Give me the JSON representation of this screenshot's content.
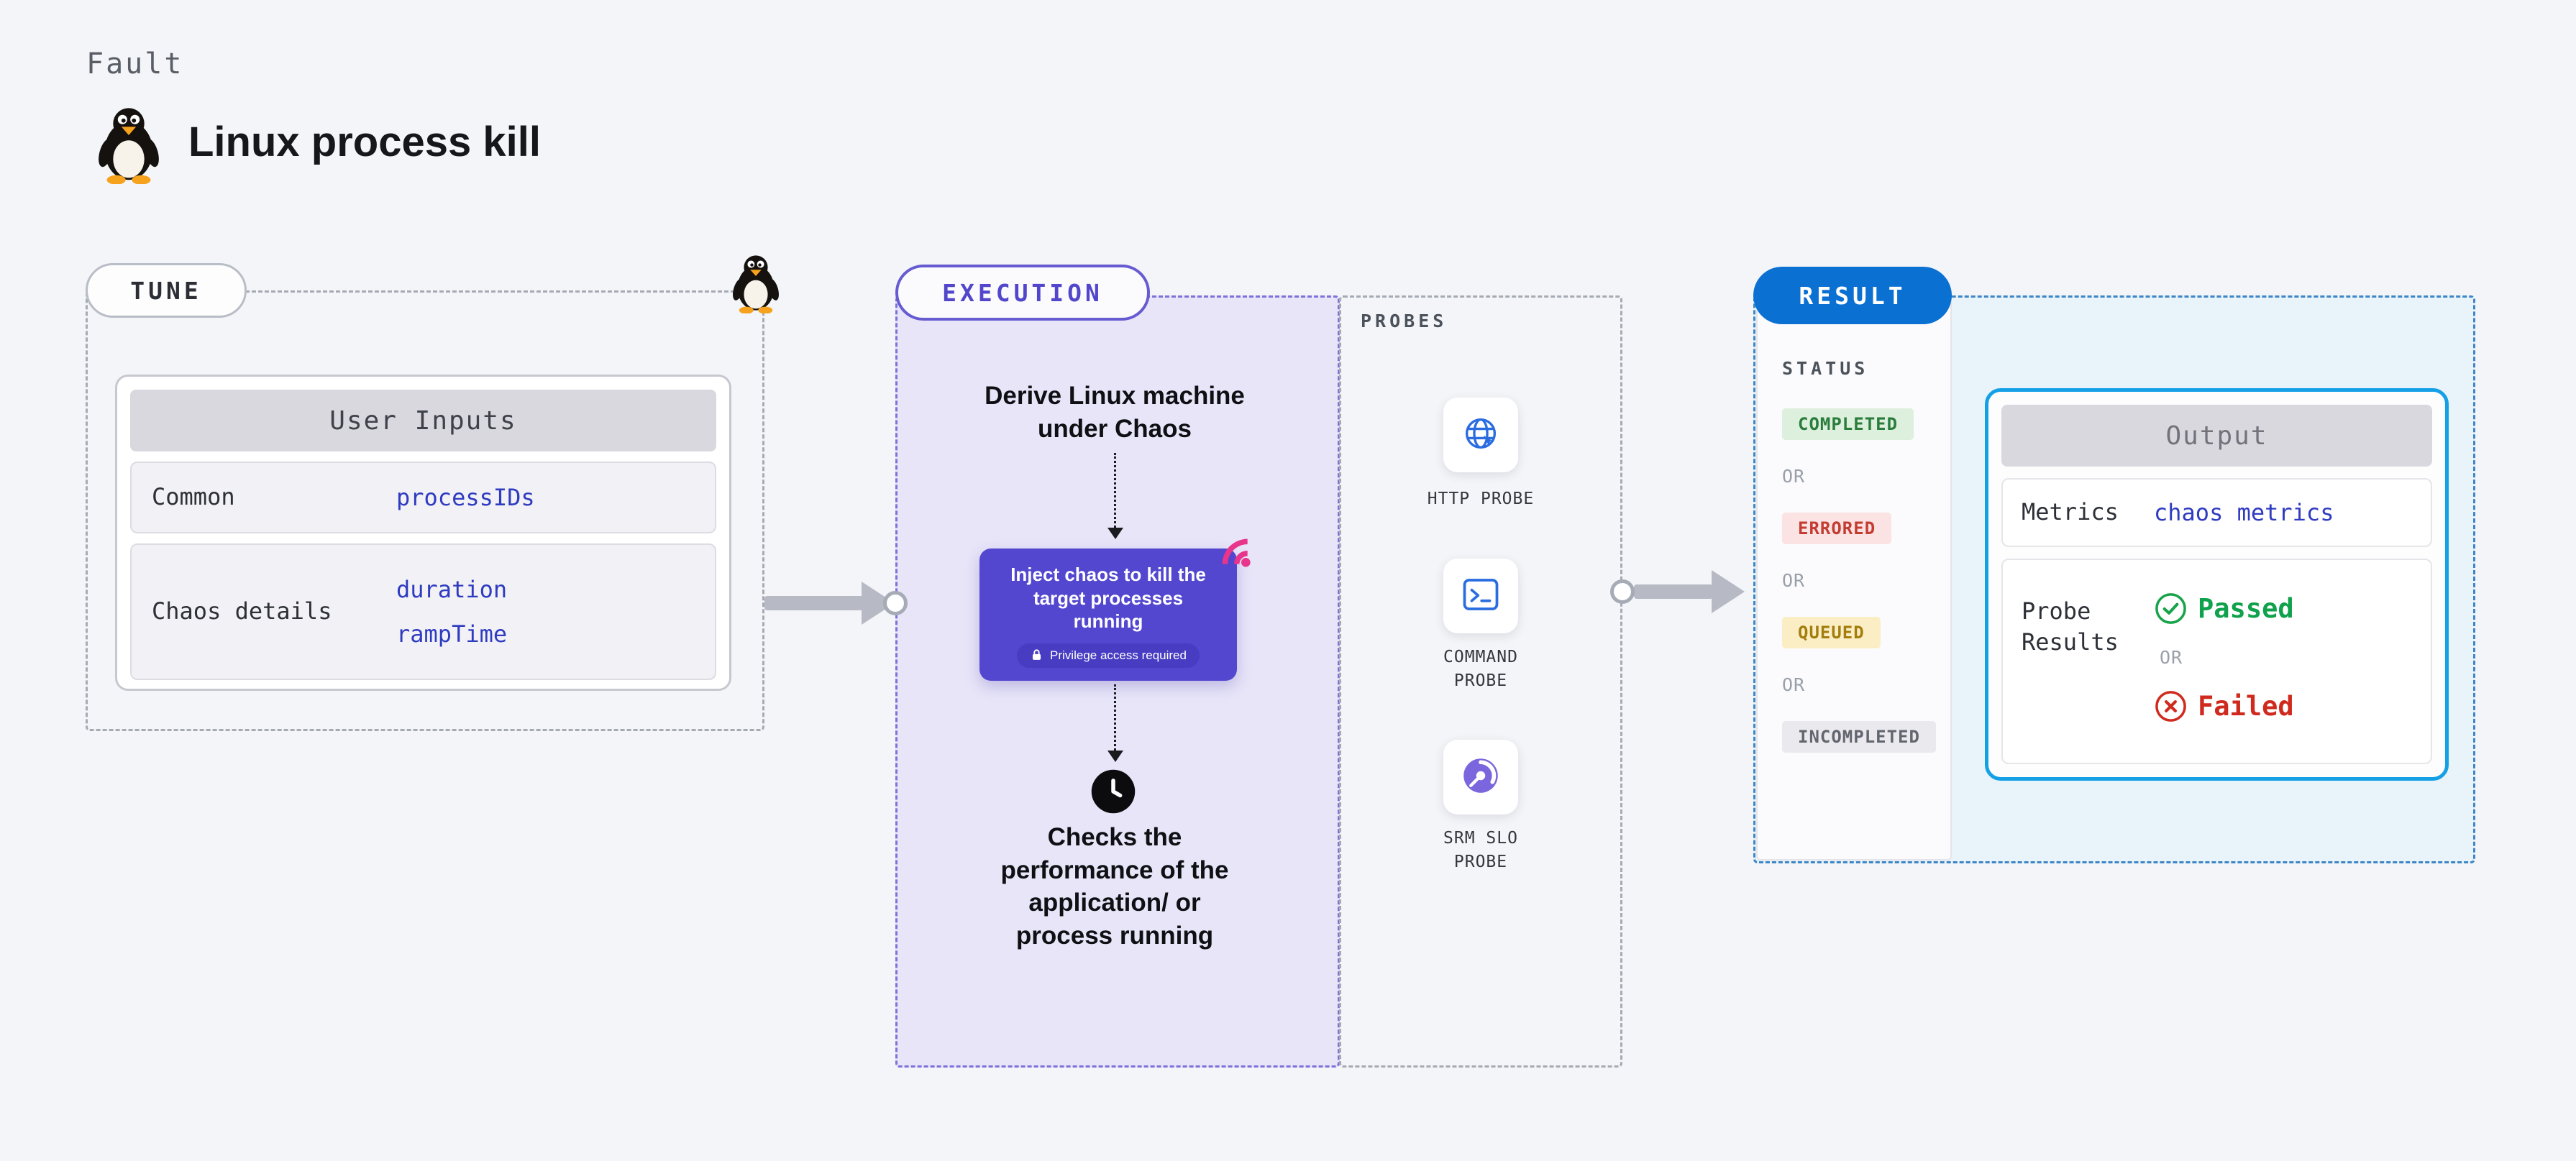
{
  "header": {
    "kicker": "Fault",
    "title": "Linux process kill"
  },
  "tune": {
    "pill": "TUNE",
    "user_inputs": {
      "header": "User Inputs",
      "rows": [
        {
          "label": "Common",
          "values": [
            "processIDs"
          ]
        },
        {
          "label": "Chaos details",
          "values": [
            "duration",
            "rampTime"
          ]
        }
      ]
    }
  },
  "execution": {
    "pill": "EXECUTION",
    "derive_text": "Derive Linux machine under Chaos",
    "inject_text": "Inject chaos to kill the target processes running",
    "privilege_badge": "Privilege access required",
    "checks_text": "Checks the performance of the application/ or process running"
  },
  "probes": {
    "label": "PROBES",
    "items": [
      {
        "name": "HTTP PROBE",
        "icon": "globe-icon"
      },
      {
        "name": "COMMAND PROBE",
        "icon": "terminal-icon"
      },
      {
        "name": "SRM SLO PROBE",
        "icon": "gauge-icon"
      }
    ]
  },
  "result": {
    "pill": "RESULT",
    "status": {
      "label": "STATUS",
      "or": "OR",
      "badges": [
        {
          "text": "COMPLETED",
          "type": "success",
          "bg": "#ddefdd",
          "fg": "#2b7d3c"
        },
        {
          "text": "ERRORED",
          "type": "error",
          "bg": "#fae3e2",
          "fg": "#c43c31"
        },
        {
          "text": "QUEUED",
          "type": "warning",
          "bg": "#fbeec5",
          "fg": "#a37e0c"
        },
        {
          "text": "INCOMPLETED",
          "type": "neutral",
          "bg": "#e9e9ee",
          "fg": "#63666f"
        }
      ]
    },
    "output": {
      "header": "Output",
      "metrics_label": "Metrics",
      "metrics_value": "chaos metrics",
      "probe_label": "Probe Results",
      "passed": "Passed",
      "or": "OR",
      "failed": "Failed"
    }
  },
  "colors": {
    "page_bg": "#f4f5f8",
    "accent_blue": "#0a70d2",
    "accent_purple": "#5347cf",
    "link_blue": "#2f3bc0",
    "success_green": "#0fa14b",
    "error_red": "#d02a1e",
    "arrow_gray": "#b7bac5"
  }
}
